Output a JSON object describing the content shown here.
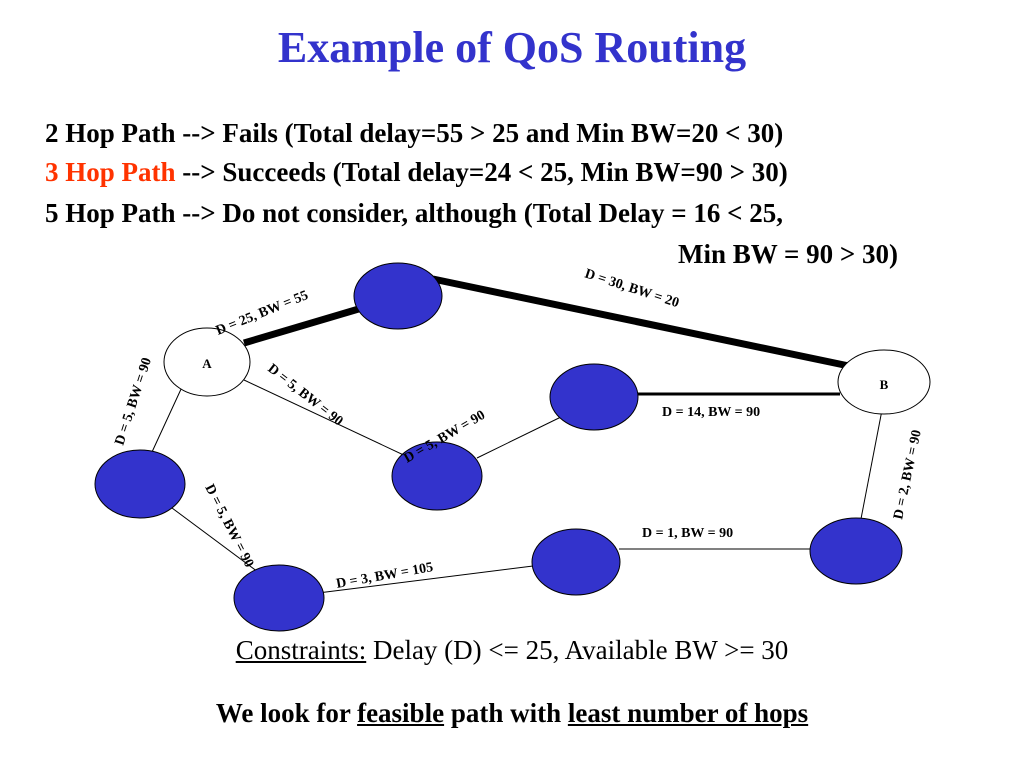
{
  "title": "Example of QoS Routing",
  "lines": {
    "line1": "2 Hop Path --> Fails (Total delay=55 > 25 and Min BW=20 < 30)",
    "line2_highlight": "3 Hop Path",
    "line2_rest": " --> Succeeds (Total delay=24 < 25, Min BW=90 > 30)",
    "line3": "5 Hop Path --> Do not consider, although (Total Delay = 16 < 25,",
    "line4": "Min BW = 90 > 30)"
  },
  "nodes": {
    "a_label": "A",
    "b_label": "B"
  },
  "edges": {
    "a_top": "D = 25, BW = 55",
    "top_b": "D = 30, BW = 20",
    "a_mid": "D = 5, BW = 90",
    "mid_mr": "D = 5, BW = 90",
    "mr_b": "D = 14, BW = 90",
    "a_left": "D = 5, BW = 90",
    "left_bl": "D = 5, BW = 90",
    "bl_bm": "D = 3, BW = 105",
    "bm_br": "D = 1, BW = 90",
    "br_b": "D = 2, BW = 90"
  },
  "constraints": {
    "label": "Constraints:",
    "text": " Delay (D) <= 25, Available BW >= 30"
  },
  "goal": {
    "pre": "We look for ",
    "feasible": "feasible",
    "mid": " path with ",
    "least": "least number of hops"
  },
  "colors": {
    "title": "#3333cc",
    "highlight": "#ff3300",
    "node_fill": "#3333cc"
  }
}
